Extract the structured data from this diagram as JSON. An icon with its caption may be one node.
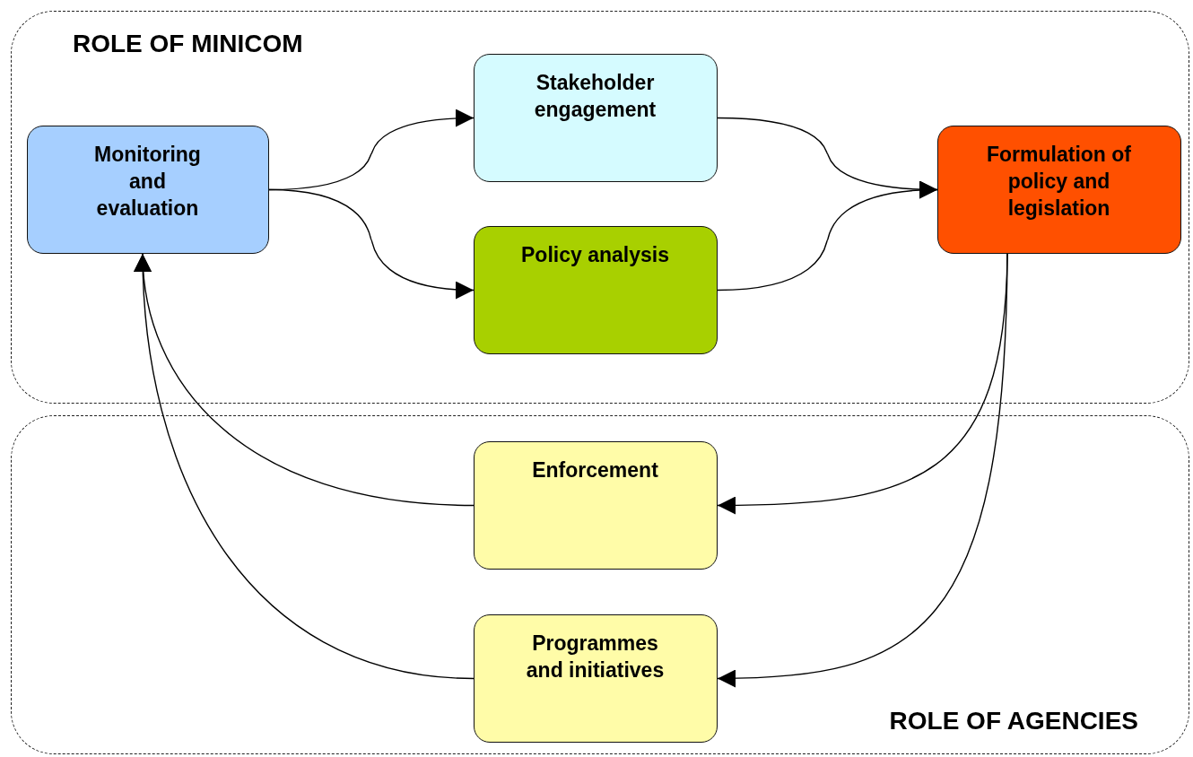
{
  "diagram": {
    "nodes": [
      {
        "text": [
          "ROLE OF MINICOM"
        ]
      },
      {
        "text": [
          "Monitoring and evaluation"
        ],
        "in": 0
      },
      {
        "text": [
          "Stakeholder engagement"
        ],
        "in": 0
      },
      {
        "text": [
          "Policy analysis"
        ],
        "in": 0
      },
      {
        "text": [
          "Formulation of policy and legislation"
        ],
        "in": 0
      },
      {
        "text": [
          "ROLE OF AGENCIES"
        ]
      },
      {
        "text": [
          "Enforcement"
        ],
        "in": 5
      },
      {
        "text": [
          "Programmes and initiatives"
        ],
        "in": 5
      }
    ],
    "edges": [
      {
        "from": 1,
        "to": 2,
        "arrow": "to"
      },
      {
        "from": 1,
        "to": 3,
        "arrow": "to"
      },
      {
        "from": 2,
        "to": 4,
        "arrow": "to"
      },
      {
        "from": 3,
        "to": 4,
        "arrow": "to"
      },
      {
        "from": 4,
        "to": 6,
        "arrow": "to"
      },
      {
        "from": 4,
        "to": 7,
        "arrow": "to"
      },
      {
        "from": 6,
        "to": 1,
        "arrow": "to"
      },
      {
        "from": 7,
        "to": 1,
        "arrow": "to"
      }
    ]
  }
}
